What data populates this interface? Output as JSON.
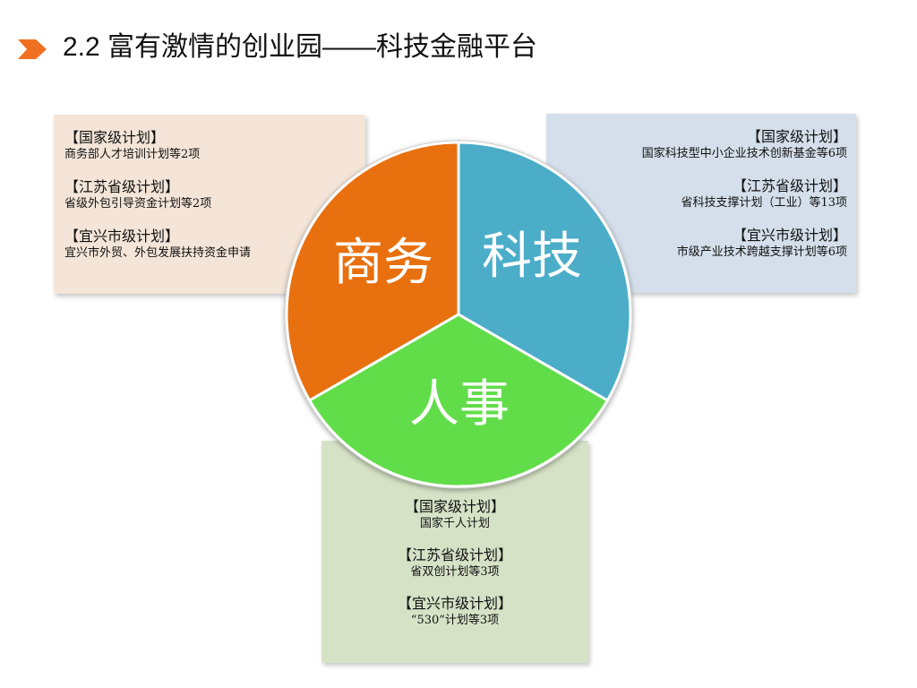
{
  "title": "2.2 富有激情的创业园——科技金融平台",
  "colors": {
    "accent": "#f07022",
    "commerce": "#e8700f",
    "technology": "#4badc8",
    "personnel": "#62dd4a"
  },
  "segments": {
    "commerce": "商务",
    "technology": "科技",
    "personnel": "人事"
  },
  "commerce_panel": {
    "plans": [
      {
        "level": "【国家级计划】",
        "detail": "商务部人才培训计划等2项"
      },
      {
        "level": "【江苏省级计划】",
        "detail": "省级外包引导资金计划等2项"
      },
      {
        "level": "【宜兴市级计划】",
        "detail": "宜兴市外贸、外包发展扶持资金申请"
      }
    ]
  },
  "technology_panel": {
    "plans": [
      {
        "level": "【国家级计划】",
        "detail": "国家科技型中小企业技术创新基金等6项"
      },
      {
        "level": "【江苏省级计划】",
        "detail": "省科技支撑计划（工业）等13项"
      },
      {
        "level": "【宜兴市级计划】",
        "detail": "市级产业技术跨越支撑计划等6项"
      }
    ]
  },
  "personnel_panel": {
    "plans": [
      {
        "level": "【国家级计划】",
        "detail": "国家千人计划"
      },
      {
        "level": "【江苏省级计划】",
        "detail": "省双创计划等3项"
      },
      {
        "level": "【宜兴市级计划】",
        "detail": "“530”计划等3项"
      }
    ]
  }
}
